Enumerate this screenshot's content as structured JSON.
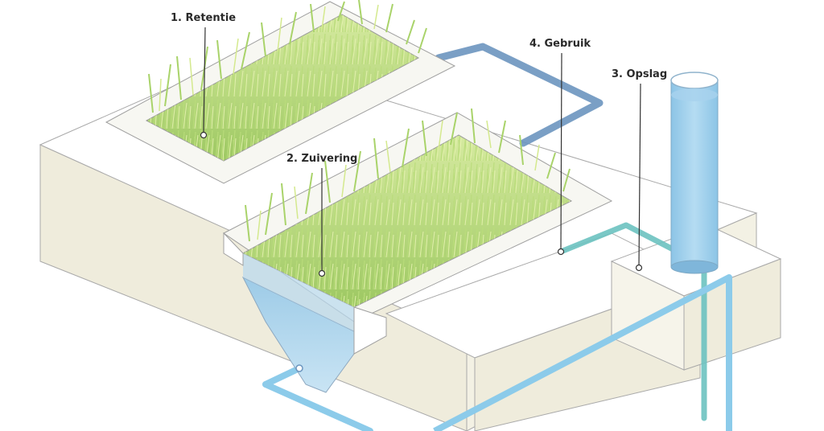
{
  "labels": {
    "retentie": "1. Retentie",
    "zuivering": "2. Zuivering",
    "opslag": "3. Opslag",
    "gebruik": "4. Gebruik"
  },
  "colors": {
    "block_side": "#efecdc",
    "block_top": "#ffffff",
    "outline": "#9a9a9a",
    "grass_light": "#c5e08a",
    "grass_dark": "#9fca5e",
    "water": "#a9d2ec",
    "pipe_dark_blue": "#6b95bf",
    "pipe_light_blue": "#8ccbea",
    "pipe_teal": "#6cc2c0",
    "tank_water": "#9fcde9"
  }
}
